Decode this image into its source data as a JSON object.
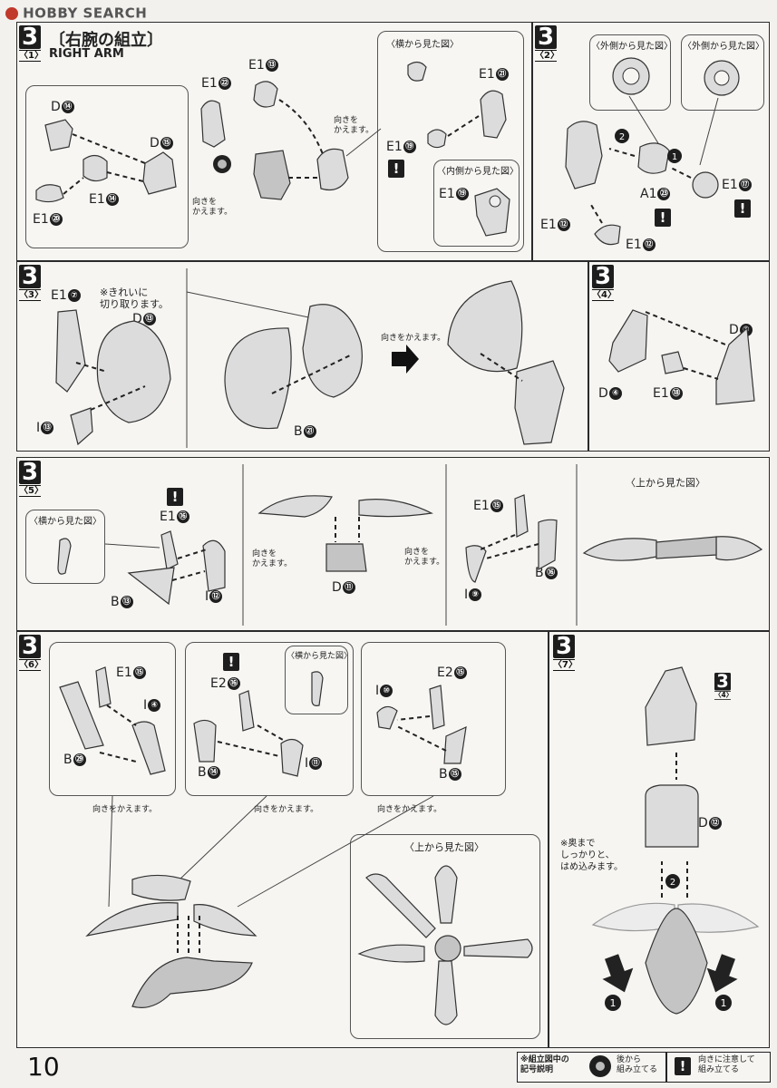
{
  "header": {
    "site_logo": "HOBBY SEARCH",
    "logo_icon": "circle-logo-icon"
  },
  "step3_1": {
    "step": "3",
    "sub": "〈1〉",
    "title": "〔右腕の組立〕",
    "subtitle": "RIGHT ARM",
    "labels": {
      "d14": "D",
      "d14n": "⑭",
      "d15": "D",
      "d15n": "⑮",
      "e1_14": "E1",
      "e1_14n": "⑭",
      "e1_20": "E1",
      "e1_20n": "⑳",
      "e1_22": "E1",
      "e1_22n": "㉒",
      "e1_13": "E1",
      "e1_13n": "⑬",
      "e1_21": "E1",
      "e1_21n": "㉑",
      "e1_19a": "E1",
      "e1_19an": "⑲",
      "e1_19b": "E1",
      "e1_19bn": "⑲"
    },
    "note_turn1": "向きを\nかえます。",
    "note_turn2": "向きを\nかえます。",
    "view_side": "〈横から見た図〉",
    "view_inner": "〈内側から見た図〉"
  },
  "step3_2": {
    "step": "3",
    "sub": "〈2〉",
    "view_outer1": "〈外側から見た図〉",
    "view_outer2": "〈外側から見た図〉",
    "labels": {
      "e1_12a": "E1",
      "e1_12an": "⑫",
      "e1_12b": "E1",
      "e1_12bn": "⑫",
      "a1_23": "A1",
      "a1_23n": "㉓",
      "e1_17": "E1",
      "e1_17n": "⑰"
    },
    "order1": "1",
    "order2": "2"
  },
  "step3_3": {
    "step": "3",
    "sub": "〈3〉",
    "note_cut": "※きれいに\n切り取ります。",
    "note_turn": "向きをかえます。",
    "labels": {
      "e1_7": "E1",
      "e1_7n": "⑦",
      "d13": "D",
      "d13n": "⑬",
      "i13": "I",
      "i13n": "⑬",
      "b21": "B",
      "b21n": "㉑"
    }
  },
  "step3_4": {
    "step": "3",
    "sub": "〈4〉",
    "labels": {
      "d3": "D",
      "d3n": "③",
      "d4": "D",
      "d4n": "④",
      "e1_18": "E1",
      "e1_18n": "⑱"
    }
  },
  "step3_5": {
    "step": "3",
    "sub": "〈5〉",
    "view_side": "〈横から見た図〉",
    "view_top": "〈上から見た図〉",
    "note_turn1": "向きを\nかえます。",
    "note_turn2": "向きを\nかえます。",
    "labels": {
      "e1_16": "E1",
      "e1_16n": "⑯",
      "b13": "B",
      "b13n": "⑬",
      "i12": "I",
      "i12n": "⑫",
      "d11": "D",
      "d11n": "⑪",
      "e1_15": "E1",
      "e1_15n": "⑮",
      "b16": "B",
      "b16n": "⑯",
      "i9": "I",
      "i9n": "⑨"
    }
  },
  "step3_6": {
    "step": "3",
    "sub": "〈6〉",
    "view_side": "〈横から見た図〉",
    "view_top": "〈上から見た図〉",
    "note_turn1": "向きをかえます。",
    "note_turn2": "向きをかえます。",
    "note_turn3": "向きをかえます。",
    "labels": {
      "e1_15": "E1",
      "e1_15n": "⑮",
      "i4": "I",
      "i4n": "④",
      "b29": "B",
      "b29n": "㉙",
      "e2_16": "E2",
      "e2_16n": "⑯",
      "b14": "B",
      "b14n": "⑭",
      "i11": "I",
      "i11n": "⑪",
      "i10": "I",
      "i10n": "⑩",
      "e2_15": "E2",
      "e2_15n": "⑮",
      "b15": "B",
      "b15n": "⑮"
    }
  },
  "step3_7": {
    "step": "3",
    "sub": "〈7〉",
    "ref_step": "3",
    "ref_sub": "〈4〉",
    "note_press": "※奥まで\nしっかりと、\nはめ込みます。",
    "labels": {
      "d12": "D",
      "d12n": "⑫"
    }
  },
  "footer": {
    "page_number": "10",
    "legend_title": "※組立図中の\n記号説明",
    "legend_back": "後から\n組み立てる",
    "legend_warn": "向きに注意して\n組み立てる"
  }
}
